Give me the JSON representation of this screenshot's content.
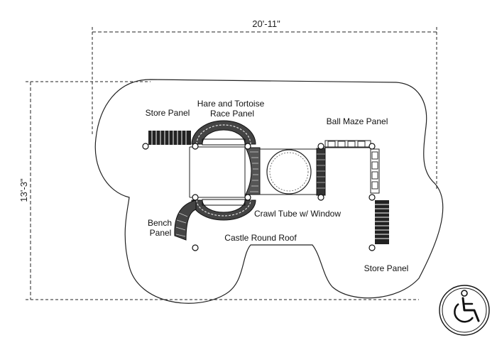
{
  "dimensions": {
    "width": "20'-11\"",
    "depth": "13'-3\""
  },
  "labels": {
    "store_panel_left": "Store Panel",
    "hare_line1": "Hare and Tortoise",
    "hare_line2": "Race Panel",
    "ball_maze": "Ball Maze Panel",
    "bench_line1": "Bench",
    "bench_line2": "Panel",
    "crawl_tube": "Crawl Tube w/ Window",
    "castle_roof": "Castle Round Roof",
    "store_panel_right": "Store Panel"
  },
  "icons": {
    "accessibility": "wheelchair-icon"
  }
}
